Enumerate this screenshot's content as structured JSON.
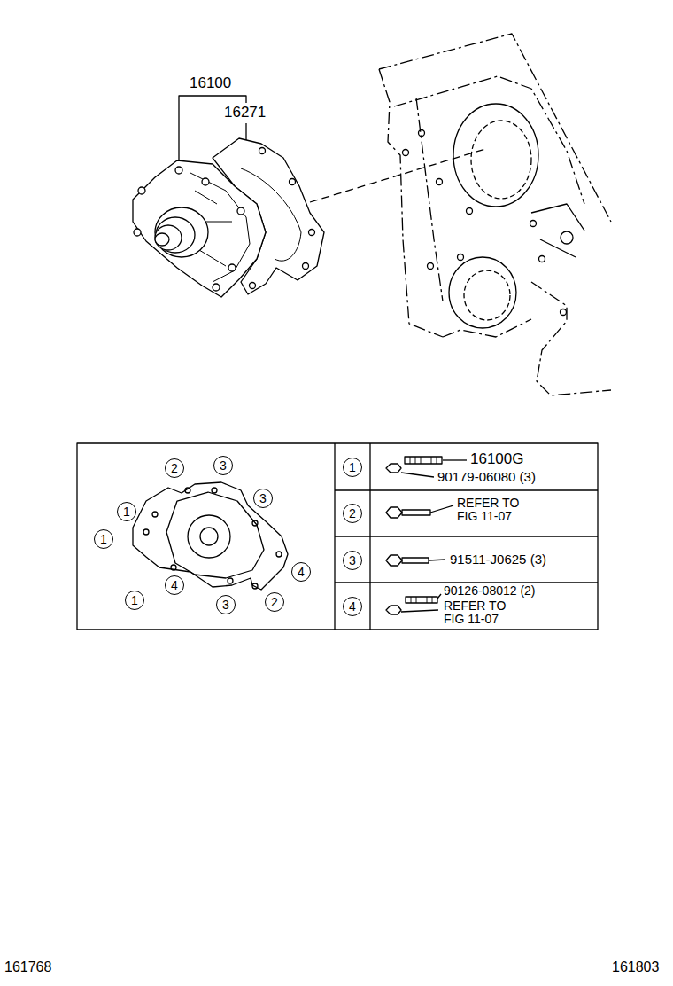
{
  "diagram": {
    "nodes": [
      {
        "text": [
          "2"
        ]
      },
      {
        "text": [
          "3"
        ]
      },
      {
        "text": [
          "3"
        ]
      },
      {
        "text": [
          "1"
        ]
      },
      {
        "text": [
          "1"
        ]
      },
      {
        "text": [
          "4"
        ]
      },
      {
        "text": [
          "1"
        ]
      },
      {
        "text": [
          "4"
        ]
      },
      {
        "text": [
          "3"
        ]
      },
      {
        "text": [
          "2"
        ]
      },
      {
        "text": [
          "1"
        ]
      },
      {
        "text": [
          "2"
        ]
      },
      {
        "text": [
          "3"
        ]
      },
      {
        "text": [
          "4"
        ]
      }
    ],
    "labels": [
      "16100",
      "16271",
      "16100G",
      "90179-06080 (3)",
      "REFER TO FIG 11-07",
      "91511-J0625 (3)",
      "90126-08012 (2)",
      "REFER TO FIG 11-07",
      "161768",
      "161803"
    ]
  }
}
